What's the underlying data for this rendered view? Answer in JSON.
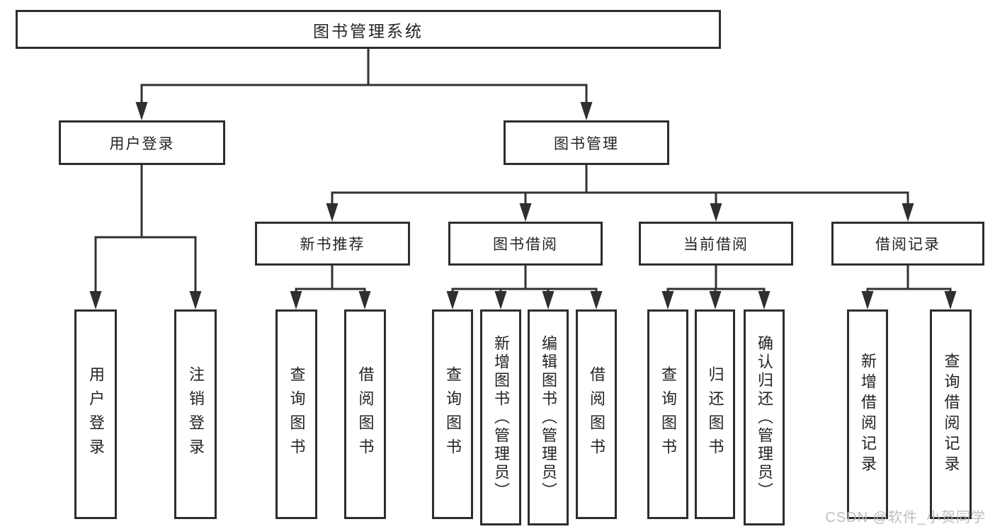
{
  "tree": {
    "root": "图书管理系统",
    "branches": [
      {
        "label": "用户登录",
        "children": [
          "用户登录",
          "注销登录"
        ]
      },
      {
        "label": "图书管理",
        "sections": [
          {
            "label": "新书推荐",
            "children": [
              "查询图书",
              "借阅图书"
            ]
          },
          {
            "label": "图书借阅",
            "children": [
              "查询图书",
              "新增图书（管理员）",
              "编辑图书（管理员）",
              "借阅图书"
            ]
          },
          {
            "label": "当前借阅",
            "children": [
              "查询图书",
              "归还图书",
              "确认归还（管理员）"
            ]
          },
          {
            "label": "借阅记录",
            "children": [
              "新增借阅记录",
              "查询借阅记录"
            ]
          }
        ]
      }
    ]
  },
  "watermark": "CSDN @软件_小贺同学",
  "colors": {
    "line": "#323232",
    "box_border": "#2d2d2d",
    "text": "#242424",
    "watermark": "#b9b9b9",
    "background": "#ffffff"
  }
}
